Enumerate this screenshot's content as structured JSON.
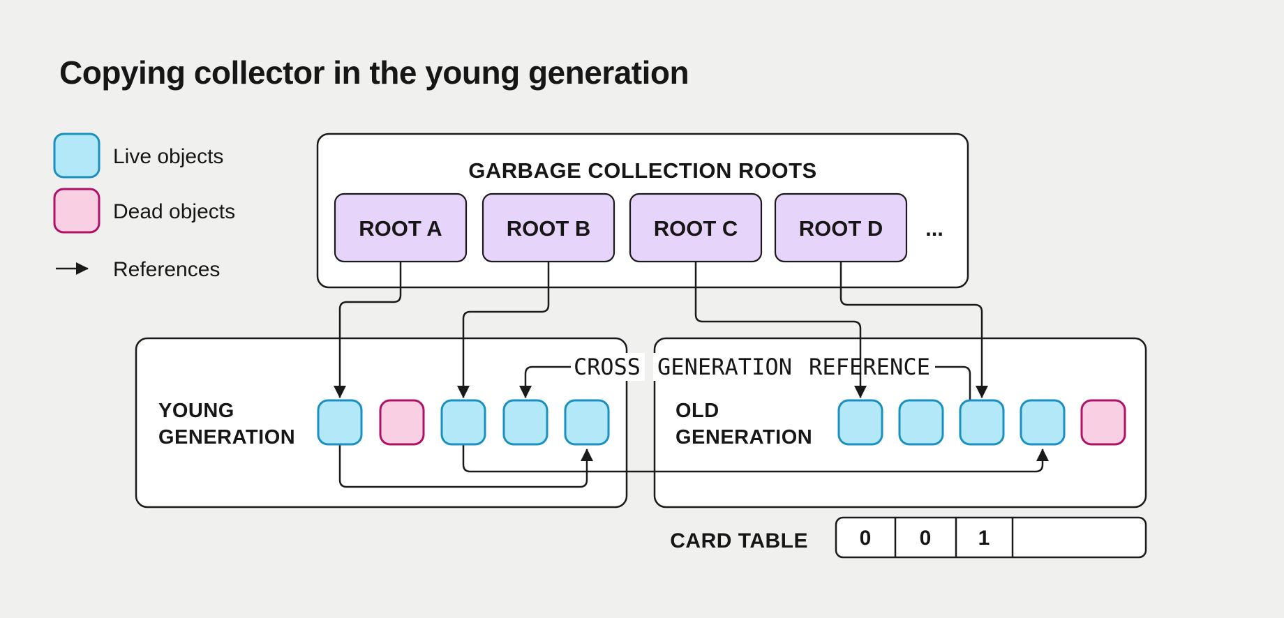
{
  "title": "Copying collector in the young generation",
  "colors": {
    "background": "#f0f0ee",
    "box_fill": "#ffffff",
    "line": "#1a1a1a",
    "live_fill": "#b3e8f8",
    "live_border": "#1a8fc1",
    "dead_fill": "#f9d0e3",
    "dead_border": "#b01066",
    "root_fill": "#e7d4fa"
  },
  "legend": {
    "items": [
      {
        "swatch": "live",
        "label": "Live objects"
      },
      {
        "swatch": "dead",
        "label": "Dead objects"
      },
      {
        "swatch": "arrow",
        "label": "References"
      }
    ]
  },
  "gc_roots": {
    "title": "GARBAGE COLLECTION ROOTS",
    "roots": [
      {
        "label": "ROOT A"
      },
      {
        "label": "ROOT B"
      },
      {
        "label": "ROOT C"
      },
      {
        "label": "ROOT D"
      }
    ],
    "more_label": "..."
  },
  "young_generation": {
    "label": "YOUNG GENERATION",
    "label_lines": [
      "YOUNG",
      "GENERATION"
    ],
    "objects": [
      "live",
      "dead",
      "live",
      "live",
      "live"
    ]
  },
  "old_generation": {
    "label": "OLD GENERATION",
    "label_lines": [
      "OLD",
      "GENERATION"
    ],
    "objects": [
      "live",
      "live",
      "live",
      "live",
      "dead"
    ]
  },
  "cross_generation_reference": {
    "label": "CROSS GENERATION REFERENCE",
    "words": [
      "CROSS",
      "GENERATION",
      "REFERENCE"
    ],
    "from": "old object 3",
    "to": "young object 4"
  },
  "card_table": {
    "label": "CARD TABLE",
    "cells": [
      "0",
      "0",
      "1",
      ""
    ]
  },
  "references_edges": [
    {
      "from": "ROOT A",
      "to": "young object 1"
    },
    {
      "from": "ROOT B",
      "to": "young object 3"
    },
    {
      "from": "ROOT C",
      "to": "old object 1"
    },
    {
      "from": "ROOT D",
      "to": "old object 3"
    },
    {
      "from": "cross generation reference label",
      "to": "young object 4"
    },
    {
      "from": "cross generation reference label",
      "to": "old object 3"
    },
    {
      "from": "young object 1",
      "to": "young object 5"
    },
    {
      "from": "young object 3",
      "to": "old object 4"
    }
  ]
}
